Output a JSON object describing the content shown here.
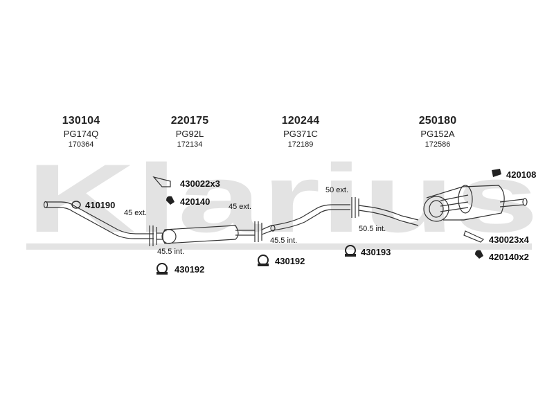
{
  "brand": {
    "name": "Klarius"
  },
  "sections": [
    {
      "number": "130104",
      "code": "PG174Q",
      "ref": "170364"
    },
    {
      "number": "220175",
      "code": "PG92L",
      "ref": "172134"
    },
    {
      "number": "120244",
      "code": "PG371C",
      "ref": "172189"
    },
    {
      "number": "250180",
      "code": "PG152A",
      "ref": "172586"
    }
  ],
  "parts": {
    "p410190": "410190",
    "p430022": "430022x3",
    "p420140": "420140",
    "p430192a": "430192",
    "p430192b": "430192",
    "p430193": "430193",
    "p420108": "420108",
    "p430023": "430023x4",
    "p420140x2": "420140x2"
  },
  "dimensions": {
    "d45ext_a": "45 ext.",
    "d455int_a": "45.5 int.",
    "d45ext_b": "45 ext.",
    "d455int_b": "45.5 int.",
    "d50ext": "50 ext.",
    "d505int": "50.5 int."
  }
}
